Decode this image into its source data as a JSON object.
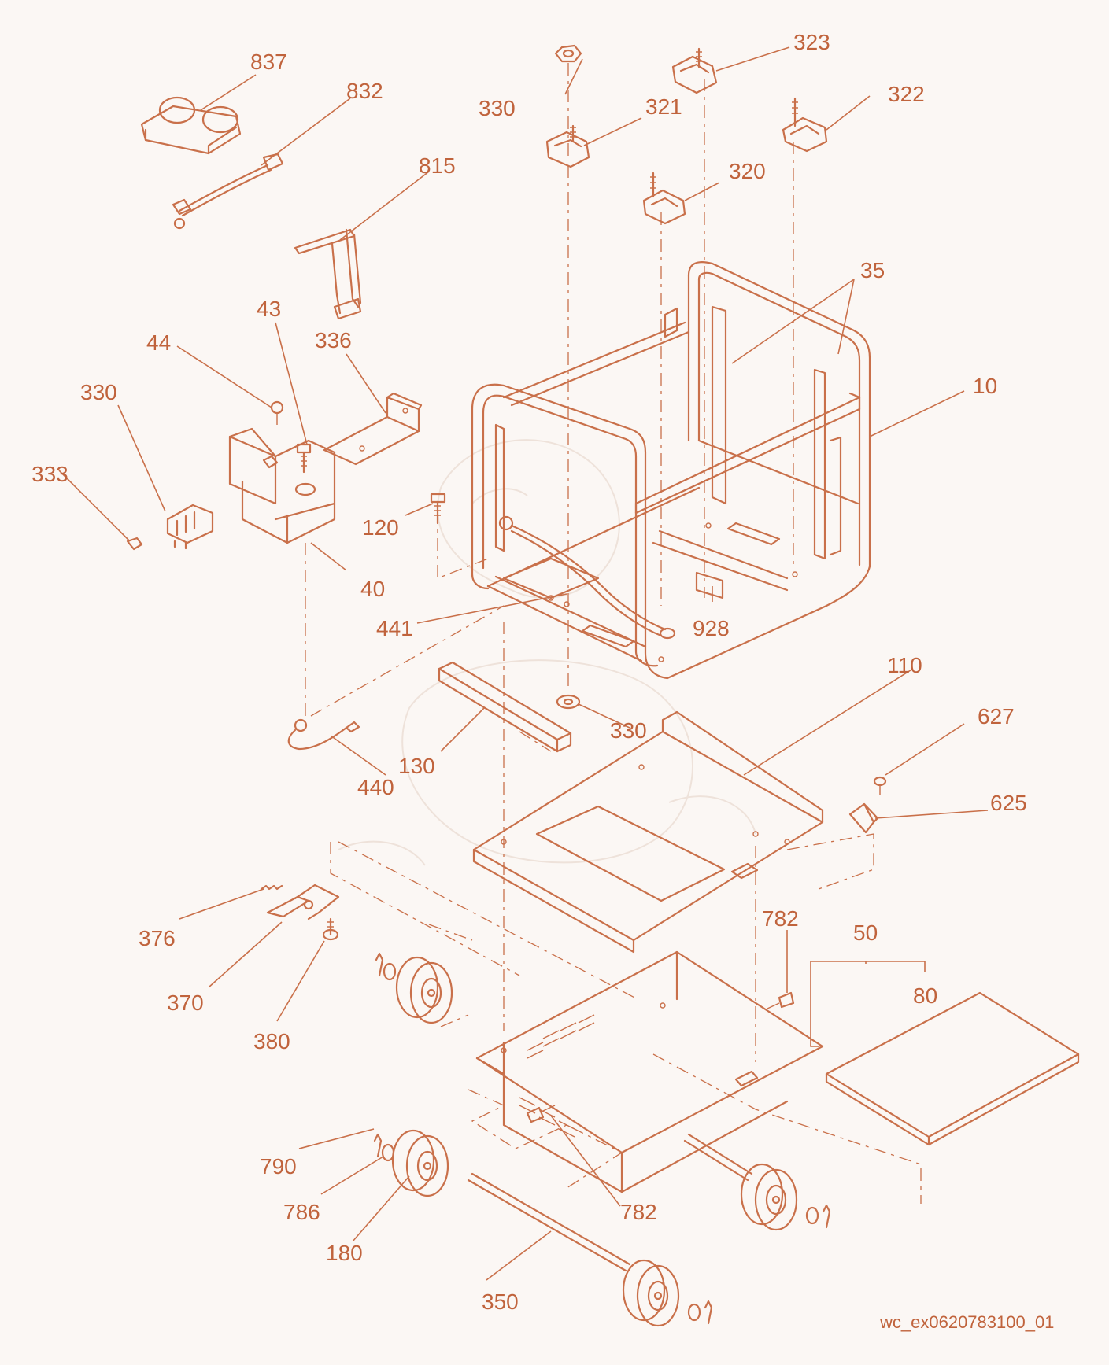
{
  "diagram": {
    "reference_code": "wc_ex0620783100_01",
    "colors": {
      "line": "#c9704a",
      "text": "#c0633c",
      "background": "#fbf7f4"
    },
    "callouts": [
      {
        "id": "c837",
        "text": "837"
      },
      {
        "id": "c832",
        "text": "832"
      },
      {
        "id": "c815",
        "text": "815"
      },
      {
        "id": "c330a",
        "text": "330"
      },
      {
        "id": "c321",
        "text": "321"
      },
      {
        "id": "c323",
        "text": "323"
      },
      {
        "id": "c322",
        "text": "322"
      },
      {
        "id": "c320",
        "text": "320"
      },
      {
        "id": "c35",
        "text": "35"
      },
      {
        "id": "c43",
        "text": "43"
      },
      {
        "id": "c44",
        "text": "44"
      },
      {
        "id": "c336",
        "text": "336"
      },
      {
        "id": "c330b",
        "text": "330"
      },
      {
        "id": "c10",
        "text": "10"
      },
      {
        "id": "c333",
        "text": "333"
      },
      {
        "id": "c120",
        "text": "120"
      },
      {
        "id": "c40",
        "text": "40"
      },
      {
        "id": "c441",
        "text": "441"
      },
      {
        "id": "c928",
        "text": "928"
      },
      {
        "id": "c110",
        "text": "110"
      },
      {
        "id": "c330c",
        "text": "330"
      },
      {
        "id": "c130",
        "text": "130"
      },
      {
        "id": "c627",
        "text": "627"
      },
      {
        "id": "c440",
        "text": "440"
      },
      {
        "id": "c625",
        "text": "625"
      },
      {
        "id": "c782a",
        "text": "782"
      },
      {
        "id": "c50",
        "text": "50"
      },
      {
        "id": "c376",
        "text": "376"
      },
      {
        "id": "c80",
        "text": "80"
      },
      {
        "id": "c370",
        "text": "370"
      },
      {
        "id": "c380",
        "text": "380"
      },
      {
        "id": "c790",
        "text": "790"
      },
      {
        "id": "c786",
        "text": "786"
      },
      {
        "id": "c782b",
        "text": "782"
      },
      {
        "id": "c180",
        "text": "180"
      },
      {
        "id": "c350",
        "text": "350"
      }
    ]
  }
}
